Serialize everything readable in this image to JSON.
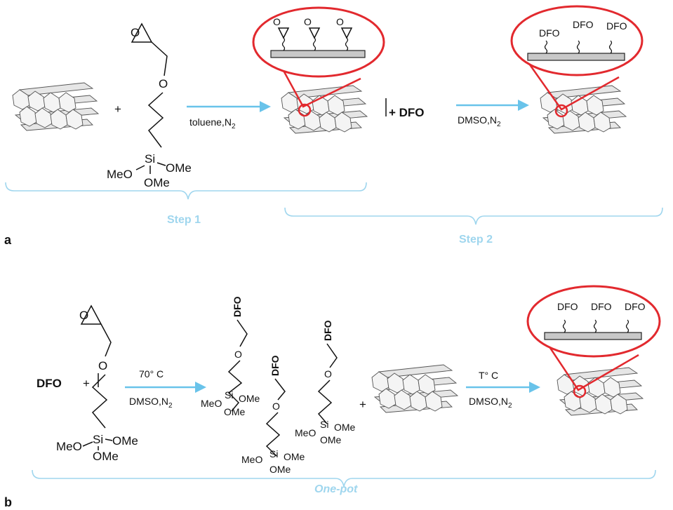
{
  "panel_a": {
    "label": "a",
    "plus_1": "+",
    "silane": {
      "ome_left": "MeO",
      "si": "Si",
      "ome_right": "OMe",
      "ome_bottom": "OMe",
      "ether_o": "O",
      "epoxide_o": "O"
    },
    "arrow_1": {
      "condition": "toluene,N",
      "condition_sub": "2"
    },
    "epoxide_o_label": "O",
    "plus_dfo": "+ DFO",
    "arrow_2": {
      "condition": "DMSO,N",
      "condition_sub": "2"
    },
    "surface_labels": [
      "DFO",
      "DFO",
      "DFO"
    ],
    "step1": "Step 1",
    "step2": "Step 2"
  },
  "panel_b": {
    "label": "b",
    "dfo": "DFO",
    "plus_1": "+",
    "silane": {
      "ome_left": "MeO",
      "si": "Si",
      "ome_right": "OMe",
      "ome_bottom": "OMe",
      "ether_o": "O",
      "epoxide_o": "O"
    },
    "arrow_1": {
      "condition_top": "70° C",
      "condition": "DMSO,N",
      "condition_sub": "2"
    },
    "product": {
      "dfo": "DFO",
      "o": "O",
      "si": "Si",
      "ome_left": "MeO",
      "ome_right": "OMe",
      "ome_bottom": "OMe"
    },
    "plus_2": "+",
    "arrow_2": {
      "condition_top": "T° C",
      "condition": "DMSO,N",
      "condition_sub": "2"
    },
    "surface_labels": [
      "DFO",
      "DFO",
      "DFO"
    ],
    "one_pot": "One-pot"
  }
}
